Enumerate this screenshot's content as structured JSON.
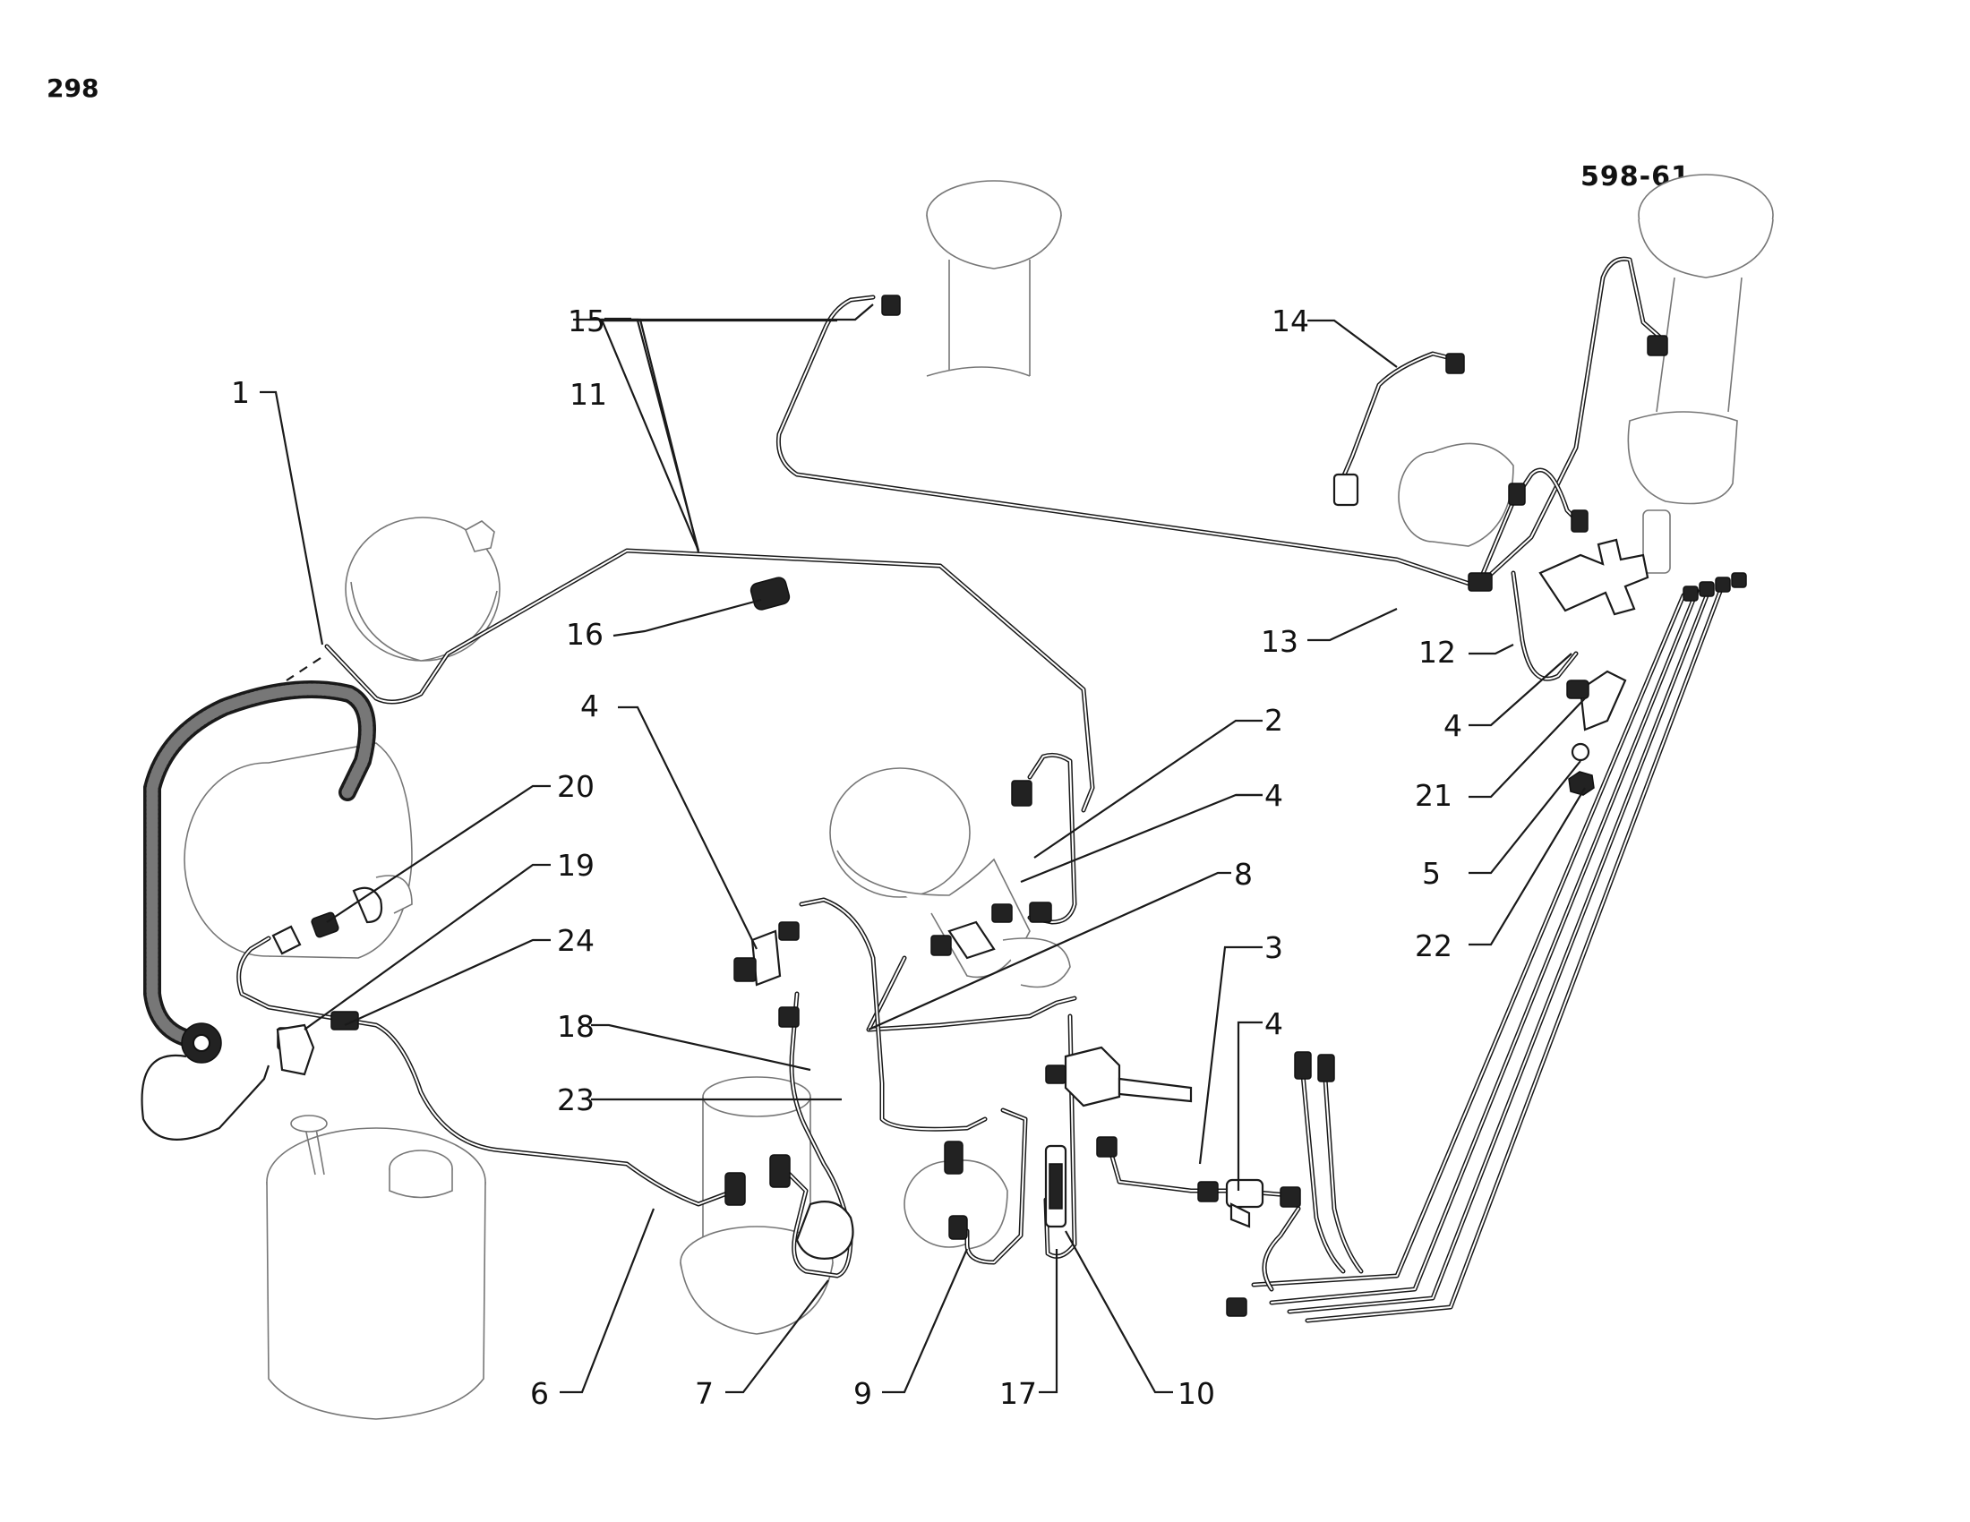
{
  "page_number": "298",
  "figure_code": "598-61",
  "callouts": [
    {
      "id": "c1",
      "label": "1"
    },
    {
      "id": "c2",
      "label": "2"
    },
    {
      "id": "c3",
      "label": "3"
    },
    {
      "id": "c4a",
      "label": "4"
    },
    {
      "id": "c4b",
      "label": "4"
    },
    {
      "id": "c4c",
      "label": "4"
    },
    {
      "id": "c4d",
      "label": "4"
    },
    {
      "id": "c5",
      "label": "5"
    },
    {
      "id": "c6",
      "label": "6"
    },
    {
      "id": "c7",
      "label": "7"
    },
    {
      "id": "c8",
      "label": "8"
    },
    {
      "id": "c9",
      "label": "9"
    },
    {
      "id": "c10",
      "label": "10"
    },
    {
      "id": "c11",
      "label": "11"
    },
    {
      "id": "c12",
      "label": "12"
    },
    {
      "id": "c13",
      "label": "13"
    },
    {
      "id": "c14",
      "label": "14"
    },
    {
      "id": "c15",
      "label": "15"
    },
    {
      "id": "c16",
      "label": "16"
    },
    {
      "id": "c17",
      "label": "17"
    },
    {
      "id": "c18",
      "label": "18"
    },
    {
      "id": "c19",
      "label": "19"
    },
    {
      "id": "c20",
      "label": "20"
    },
    {
      "id": "c21",
      "label": "21"
    },
    {
      "id": "c22",
      "label": "22"
    },
    {
      "id": "c23",
      "label": "23"
    },
    {
      "id": "c24",
      "label": "24"
    }
  ]
}
